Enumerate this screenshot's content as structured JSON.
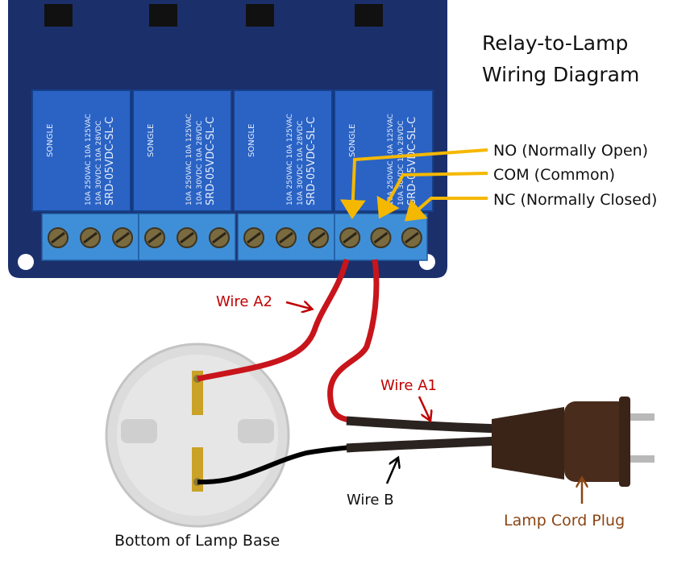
{
  "title": {
    "line1": "Relay-to-Lamp",
    "line2": "Wiring Diagram"
  },
  "terminals": {
    "no": "NO (Normally Open)",
    "com": "COM (Common)",
    "nc": "NC (Normally Closed)"
  },
  "wires": {
    "a2": "Wire A2",
    "a1": "Wire A1",
    "b": "Wire B"
  },
  "lamp_base_label": "Bottom of Lamp Base",
  "plug_label": "Lamp Cord Plug",
  "relay": {
    "brand": "SONGLE",
    "model": "SRD-05VDC-SL-C",
    "rating1": "10A 250VAC 10A 125VAC",
    "rating2": "10A 30VDC 10A 28VDC"
  },
  "colors": {
    "arrow": "#f5b800",
    "red_wire": "#c8151b",
    "wire_label_red": "#c00000",
    "plug_label": "#8b4513",
    "board": "#1b2f6b",
    "relay_body": "#2a63c4",
    "terminal_block": "#3f8fd8"
  }
}
